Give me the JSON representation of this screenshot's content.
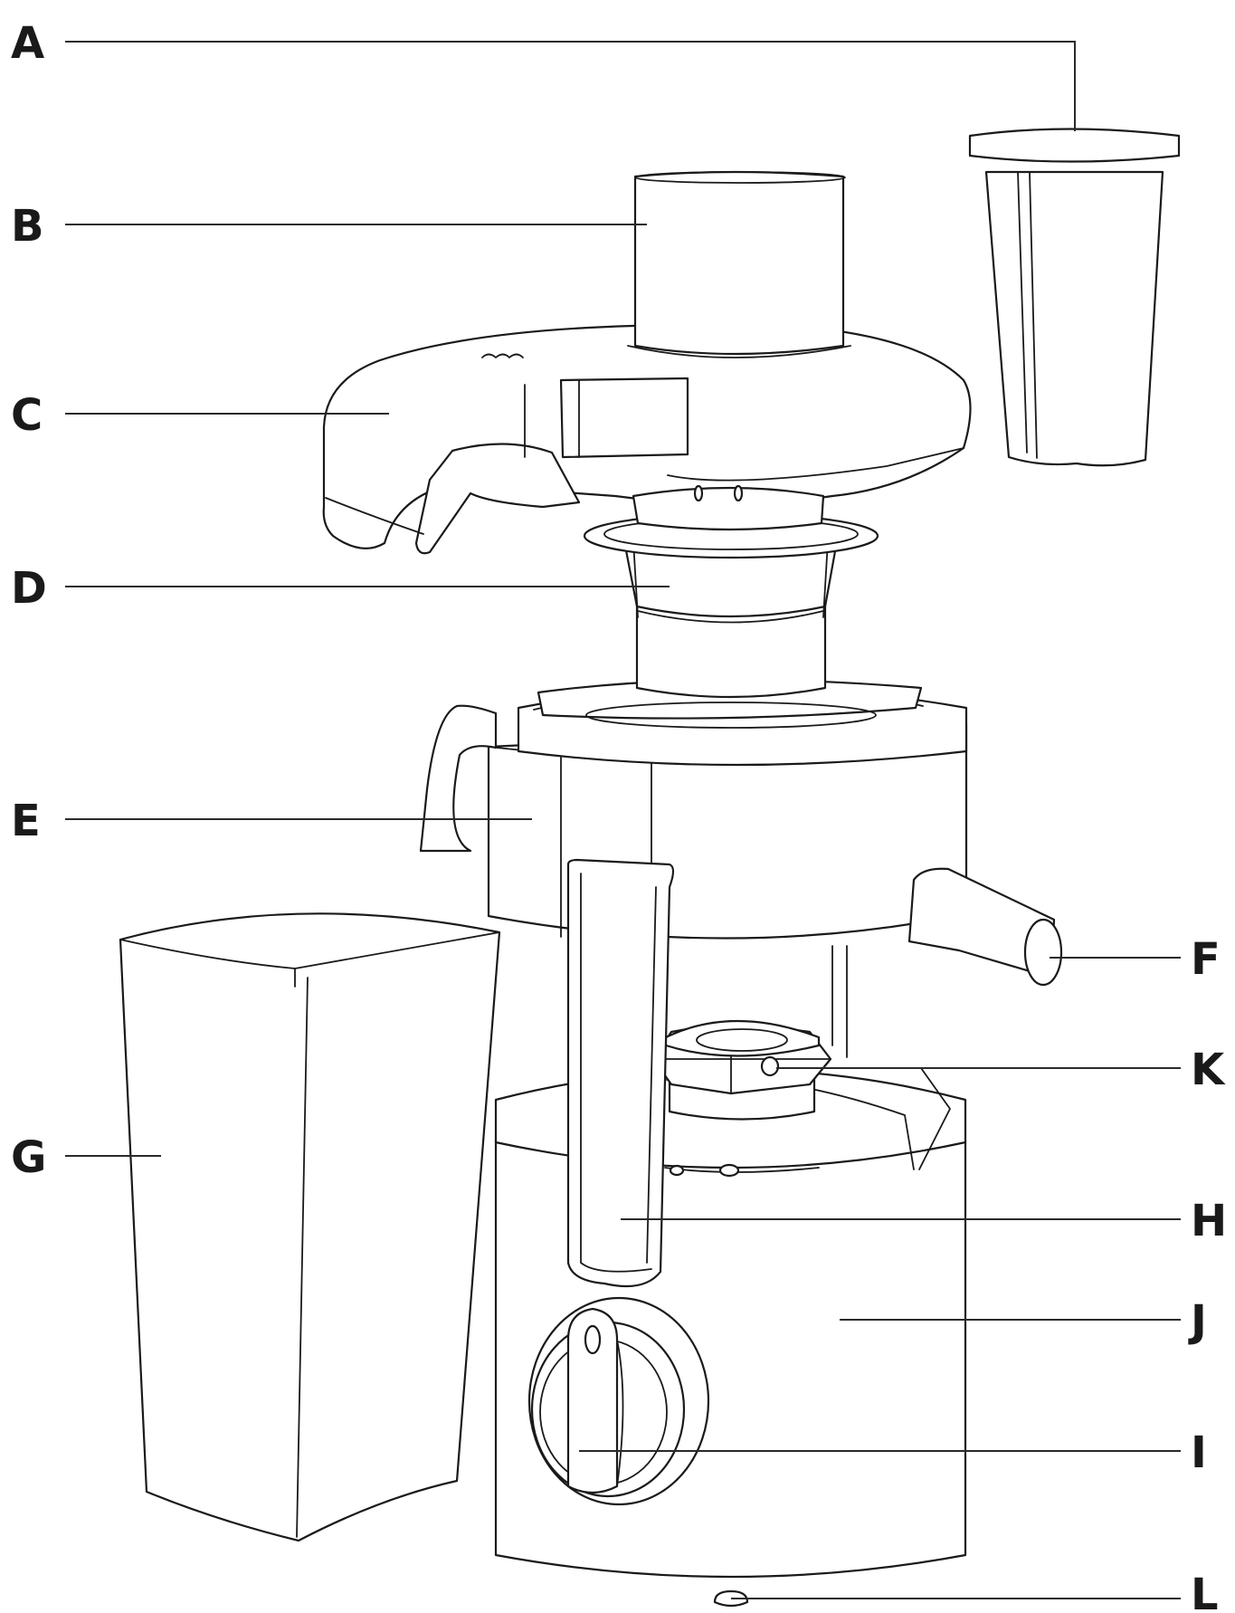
{
  "diagram": {
    "callouts": [
      {
        "id": "A",
        "label": "A"
      },
      {
        "id": "B",
        "label": "B"
      },
      {
        "id": "C",
        "label": "C"
      },
      {
        "id": "D",
        "label": "D"
      },
      {
        "id": "E",
        "label": "E"
      },
      {
        "id": "F",
        "label": "F"
      },
      {
        "id": "G",
        "label": "G"
      },
      {
        "id": "H",
        "label": "H"
      },
      {
        "id": "I",
        "label": "I"
      },
      {
        "id": "J",
        "label": "J"
      },
      {
        "id": "K",
        "label": "K"
      },
      {
        "id": "L",
        "label": "L"
      }
    ],
    "colors": {
      "line": "#1a1a1a",
      "background": "#ffffff"
    }
  }
}
